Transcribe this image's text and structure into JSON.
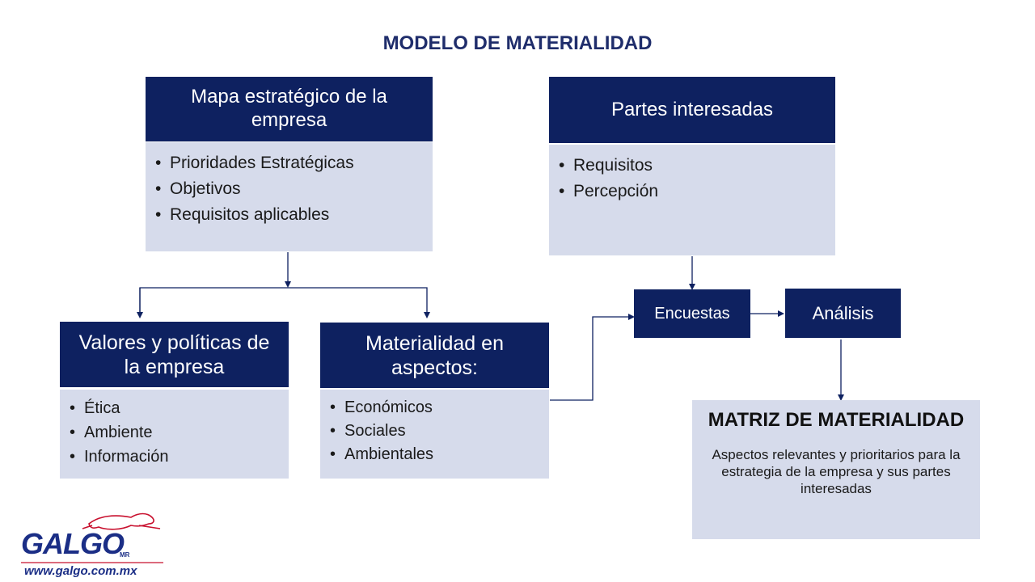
{
  "title": "MODELO DE MATERIALIDAD",
  "mapa": {
    "header": "Mapa estratégico de la empresa",
    "items": [
      "Prioridades Estratégicas",
      "Objetivos",
      "Requisitos aplicables"
    ]
  },
  "partes": {
    "header": "Partes interesadas",
    "items": [
      "Requisitos",
      "Percepción"
    ]
  },
  "valores": {
    "header": "Valores y políticas de la empresa",
    "items": [
      "Ética",
      "Ambiente",
      "Información"
    ]
  },
  "materialidad": {
    "header": "Materialidad en aspectos:",
    "items": [
      "Económicos",
      "Sociales",
      "Ambientales"
    ]
  },
  "encuestas": "Encuestas",
  "analisis": "Análisis",
  "matriz": {
    "title": "MATRIZ DE MATERIALIDAD",
    "desc": "Aspectos relevantes y prioritarios para la estrategia de la empresa y sus partes interesadas"
  },
  "logo": {
    "name": "GALGO",
    "mark": "MR",
    "url": "www.galgo.com.mx",
    "colors": {
      "blue": "#1b2e86",
      "red": "#c8102e"
    }
  },
  "colors": {
    "header": "#0e2160",
    "body": "#d6dbeb",
    "title": "#1f2d6b"
  }
}
